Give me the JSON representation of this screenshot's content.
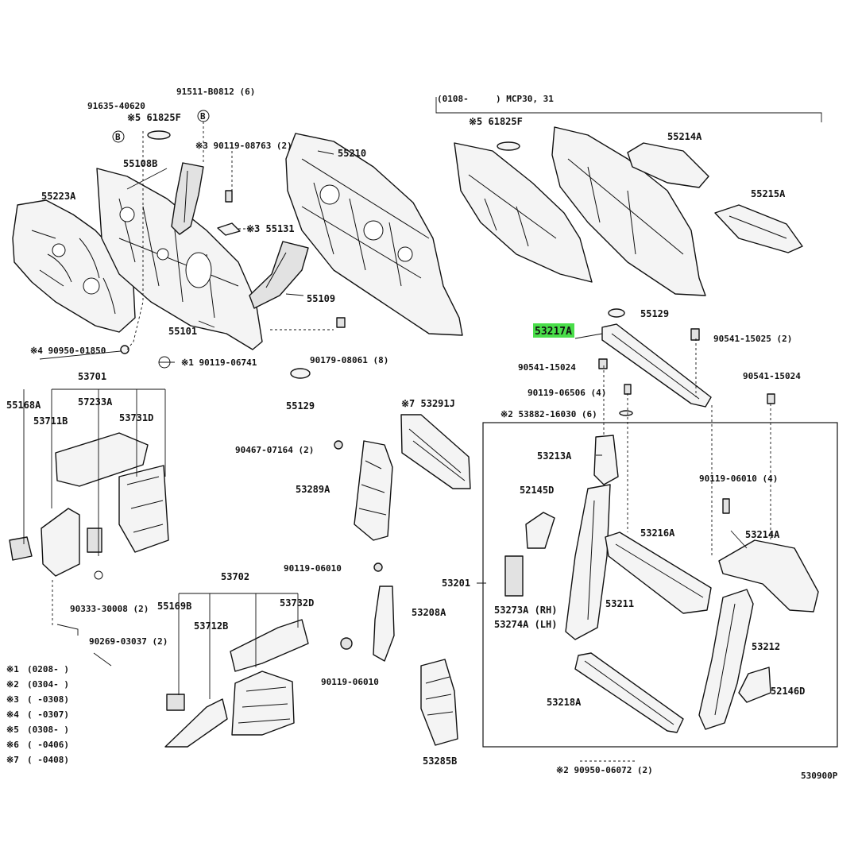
{
  "labels": {
    "p55223A": "55223A",
    "p91635": "91635-40620",
    "p61825F_left": "※5 61825F",
    "pB_left": "B",
    "p91511": "91511-B0812 (6)",
    "pB_top": "B",
    "p55108B": "55108B",
    "p90119_08763": "※3 90119-08763 (2)",
    "p55210": "55210",
    "p55131": "※3 55131",
    "p55109": "55109",
    "p55101": "55101",
    "p90950_01850": "※4 90950-01850",
    "p90119_06741": "※1 90119-06741",
    "p90179_08061": "90179-08061 (8)",
    "p55129_left": "55129",
    "p53701": "53701",
    "p55168A": "55168A",
    "p57233A": "57233A",
    "p53711B": "53711B",
    "p53731D": "53731D",
    "p90333": "90333-30008 (2)",
    "p90269": "90269-03037 (2)",
    "p53702": "53702",
    "p55169B": "55169B",
    "p53712B": "53712B",
    "p53732D": "53732D",
    "p53291J": "※7 53291J",
    "p90467": "90467-07164 (2)",
    "p53289A": "53289A",
    "p90119_06010_mid": "90119-06010",
    "p53208A": "53208A",
    "p90119_06010_low": "90119-06010",
    "p53285B": "53285B",
    "range_header_code": "(0108-",
    "range_header_model": ") MCP30, 31",
    "p61825F_right": "※5 61825F",
    "p55214A": "55214A",
    "p55215A": "55215A",
    "p55129_right": "55129",
    "p53217A": "53217A",
    "p90541_15025": "90541-15025 (2)",
    "p90541_15024_a": "90541-15024",
    "p90541_15024_b": "90541-15024",
    "p90119_06506": "90119-06506 (4)",
    "p53882": "※2 53882-16030 (6)",
    "p53213A": "53213A",
    "p90119_06010_right": "90119-06010 (4)",
    "p52145D": "52145D",
    "p53216A": "53216A",
    "p53214A": "53214A",
    "p53201": "53201",
    "p53273A": "53273A (RH)",
    "p53274A": "53274A (LH)",
    "p53211": "53211",
    "p53212": "53212",
    "p52146D": "52146D",
    "p53218A": "53218A",
    "p90950_06072": "※2 90950-06072 (2)",
    "diagram_code": "530900P"
  },
  "legend": [
    {
      "mark": "※1",
      "range": "(0208-          )"
    },
    {
      "mark": "※2",
      "range": "(0304-          )"
    },
    {
      "mark": "※3",
      "range": "(          -0308)"
    },
    {
      "mark": "※4",
      "range": "(          -0307)"
    },
    {
      "mark": "※5",
      "range": "(0308-          )"
    },
    {
      "mark": "※6",
      "range": "(          -0406)"
    },
    {
      "mark": "※7",
      "range": "(          -0408)"
    }
  ],
  "highlight_color": "#4ade4a"
}
